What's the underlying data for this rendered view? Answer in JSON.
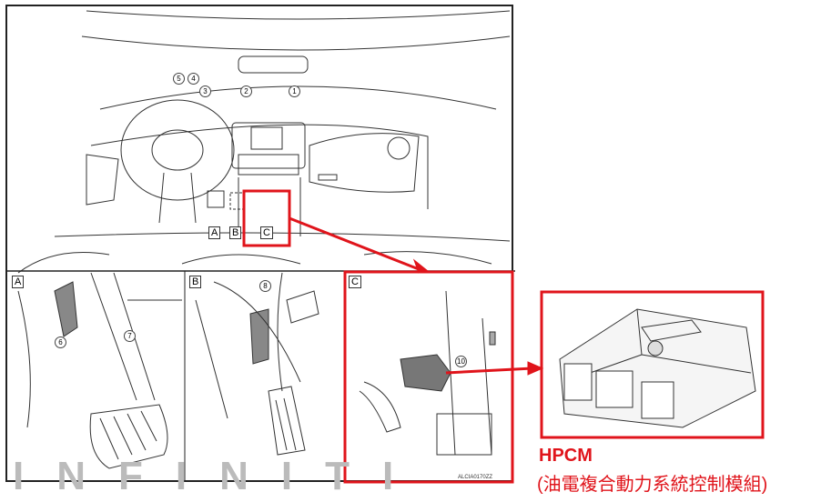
{
  "diagram": {
    "panel_labels": [
      "A",
      "B",
      "C"
    ],
    "callouts_top": [
      "5",
      "4",
      "3",
      "2",
      "1"
    ],
    "callouts_bottom": [
      "6",
      "7",
      "8",
      "10"
    ],
    "figure_code": "ALCIA0170ZZ",
    "watermark": "INFINITI",
    "module_name": "HPCM",
    "module_desc": "(油電複合動力系統控制模組)",
    "accent_color": "#e0141b"
  }
}
